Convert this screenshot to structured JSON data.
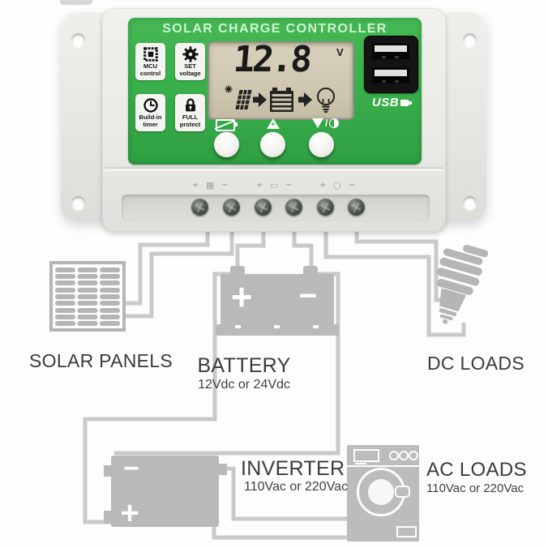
{
  "colors": {
    "panel_green": "#3ab04c",
    "body_gray": "#e7e7e3",
    "lcd_beige": "#cdc5ae",
    "wire_gray": "#c9c9c7",
    "icon_gray": "#b9b9b7",
    "label_dark": "#3b3b3b"
  },
  "device": {
    "title": "SOLAR CHARGE CONTROLLER",
    "features": [
      {
        "icon": "chip-icon",
        "line1": "MCU",
        "line2": "control"
      },
      {
        "icon": "gear-icon",
        "line1": "SET",
        "line2": "voltage"
      },
      {
        "icon": "clock-icon",
        "line1": "Build-in",
        "line2": "timer"
      },
      {
        "icon": "lock-icon",
        "line1": "FULL",
        "line2": "protect"
      }
    ],
    "lcd": {
      "value": "12.8",
      "unit": "V",
      "flow_icons": [
        "solar-panel-icon",
        "arrow-right-icon",
        "battery-icon",
        "arrow-right-icon",
        "lamp-icon"
      ]
    },
    "usb": {
      "label": "USB",
      "ports": 2
    },
    "buttons": [
      {
        "icon": "battery-select-icon"
      },
      {
        "icon": "up-plus-icon"
      },
      {
        "icon": "down-light-icon"
      }
    ],
    "terminal_marks": [
      {
        "plus": "+",
        "symbol": "▦",
        "minus": "−"
      },
      {
        "plus": "+",
        "symbol": "▭",
        "minus": "−"
      },
      {
        "plus": "+",
        "symbol": "○",
        "minus": "−"
      }
    ],
    "terminal_count": 6
  },
  "diagram": {
    "solar_panels": {
      "label": "SOLAR PANELS"
    },
    "battery": {
      "label": "BATTERY",
      "sublabel": "12Vdc or 24Vdc",
      "plus": "+",
      "minus": "−"
    },
    "dc_loads": {
      "label": "DC LOADS"
    },
    "inverter": {
      "label": "INVERTER",
      "sublabel": "110Vac or 220Vac",
      "plus": "+",
      "minus": "−"
    },
    "ac_loads": {
      "label": "AC LOADS",
      "sublabel": "110Vac or 220Vac"
    }
  }
}
